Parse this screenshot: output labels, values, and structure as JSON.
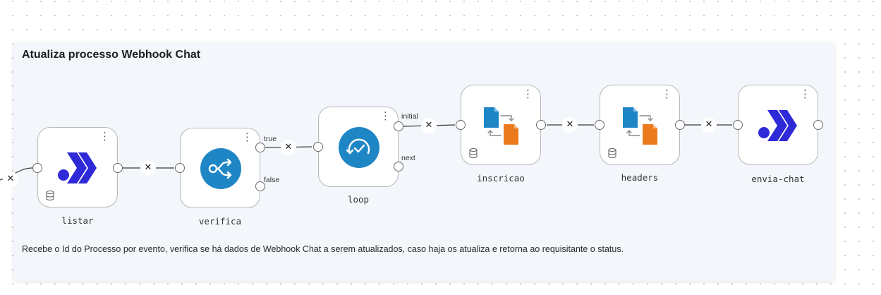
{
  "group": {
    "title": "Atualiza processo Webhook Chat",
    "description": "Recebe o Id do Processo por evento, verifica se há dados de Webhook Chat a serem atualizados, caso haja os atualiza e retorna ao requisitante o status."
  },
  "nodes": [
    {
      "id": "listar",
      "label": "listar",
      "icon": "chevron-brand-icon",
      "has_db": true
    },
    {
      "id": "verifica",
      "label": "verifica",
      "icon": "branch-shuffle-icon",
      "has_db": false
    },
    {
      "id": "loop",
      "label": "loop",
      "icon": "loop-refresh-icon",
      "has_db": false
    },
    {
      "id": "inscricao",
      "label": "inscricao",
      "icon": "file-transform-icon",
      "has_db": true
    },
    {
      "id": "headers",
      "label": "headers",
      "icon": "file-transform-icon",
      "has_db": true
    },
    {
      "id": "envia-chat",
      "label": "envia-chat",
      "icon": "chevron-brand-icon",
      "has_db": false
    }
  ],
  "ports": {
    "verifica_true": "true",
    "verifica_false": "false",
    "loop_initial": "initial",
    "loop_next": "next"
  },
  "ui": {
    "menu_glyph": "⋮",
    "remove_glyph": "✕"
  },
  "colors": {
    "brand_blue": "#2f2ad8",
    "node_blue": "#1f86c6",
    "file_orange": "#ea7a1c",
    "canvas_dot": "#c9c9c9"
  }
}
